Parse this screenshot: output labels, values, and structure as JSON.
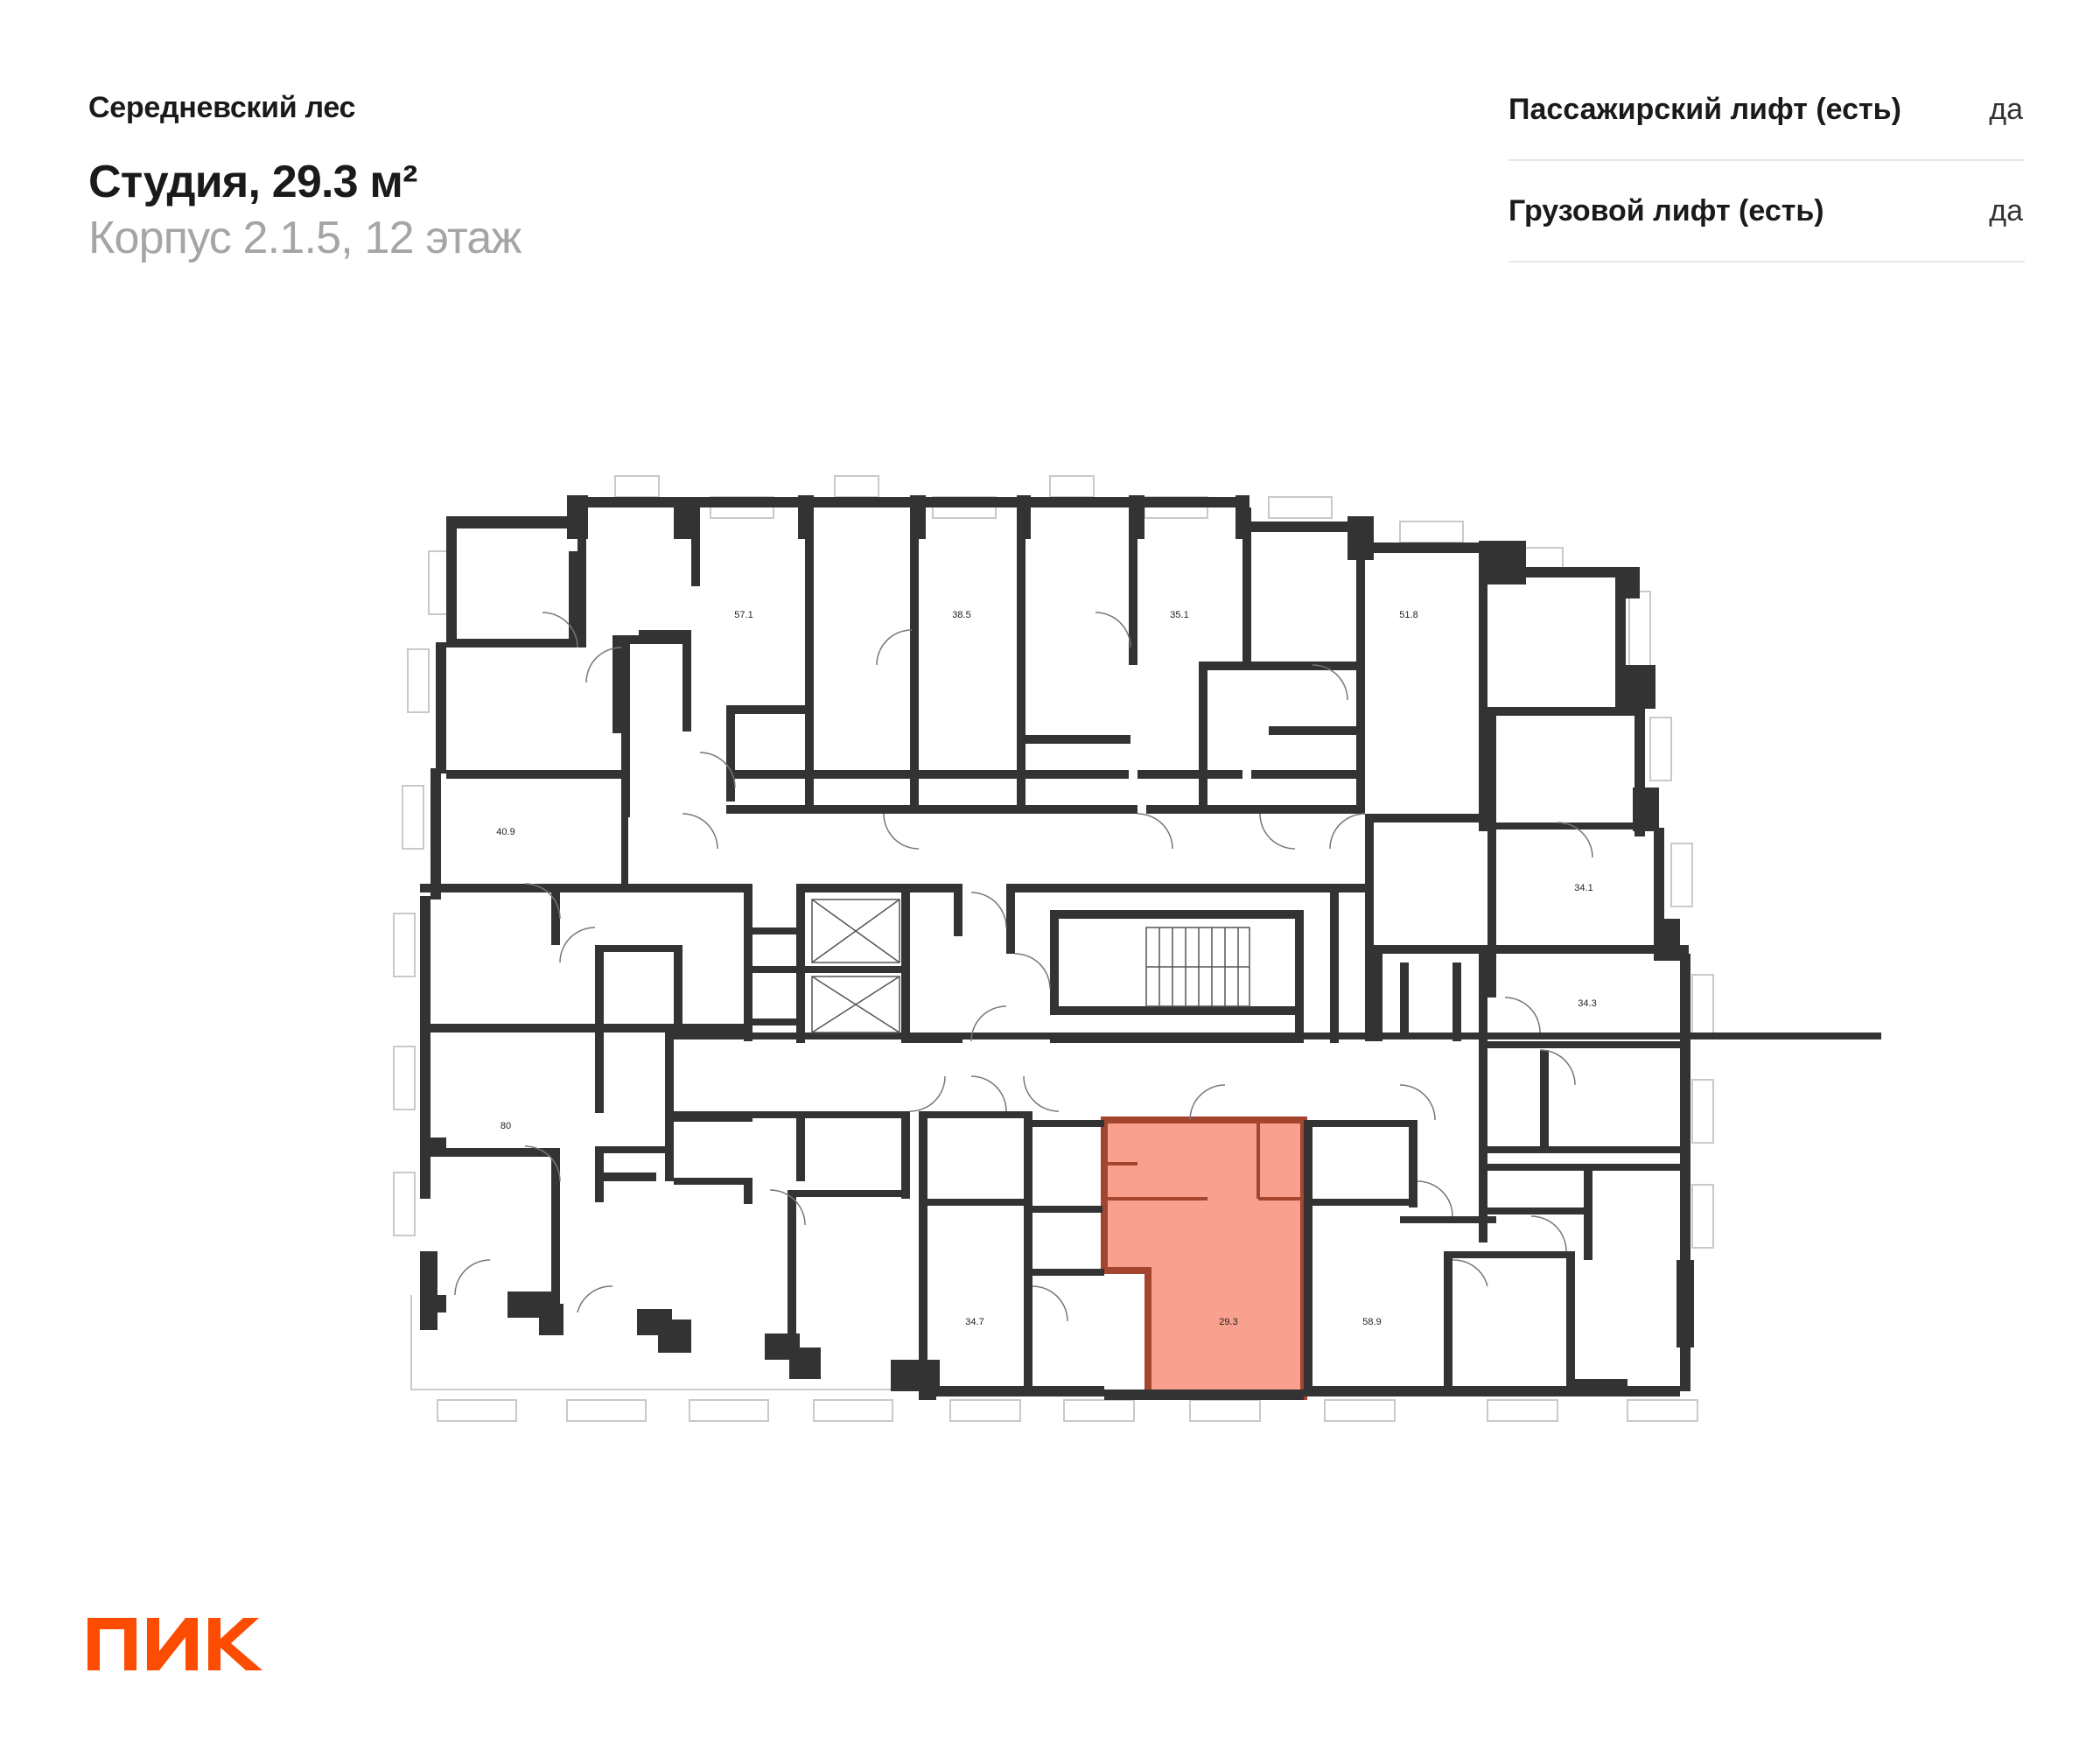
{
  "header": {
    "project_name": "Середневский лес",
    "apartment_title": "Студия, 29.3 м²",
    "building_floor": "Корпус 2.1.5, 12 этаж"
  },
  "features": [
    {
      "label": "Пассажирский лифт (есть)",
      "value": "да"
    },
    {
      "label": "Грузовой лифт (есть)",
      "value": "да"
    }
  ],
  "floor_plan": {
    "highlight_color": "#f9a08e",
    "highlight_border": "#a3452f",
    "wall_color": "#333333",
    "room_areas": {
      "r57_1": "57.1",
      "r38_5": "38.5",
      "r35_1": "35.1",
      "r51_8": "51.8",
      "r40_9": "40.9",
      "r34_1": "34.1",
      "r34_3": "34.3",
      "r80": "80",
      "r34_7": "34.7",
      "r29_3": "29.3",
      "r58_9": "58.9"
    }
  },
  "brand": {
    "logo_text": "ПИК",
    "logo_color": "#fc4c02"
  }
}
